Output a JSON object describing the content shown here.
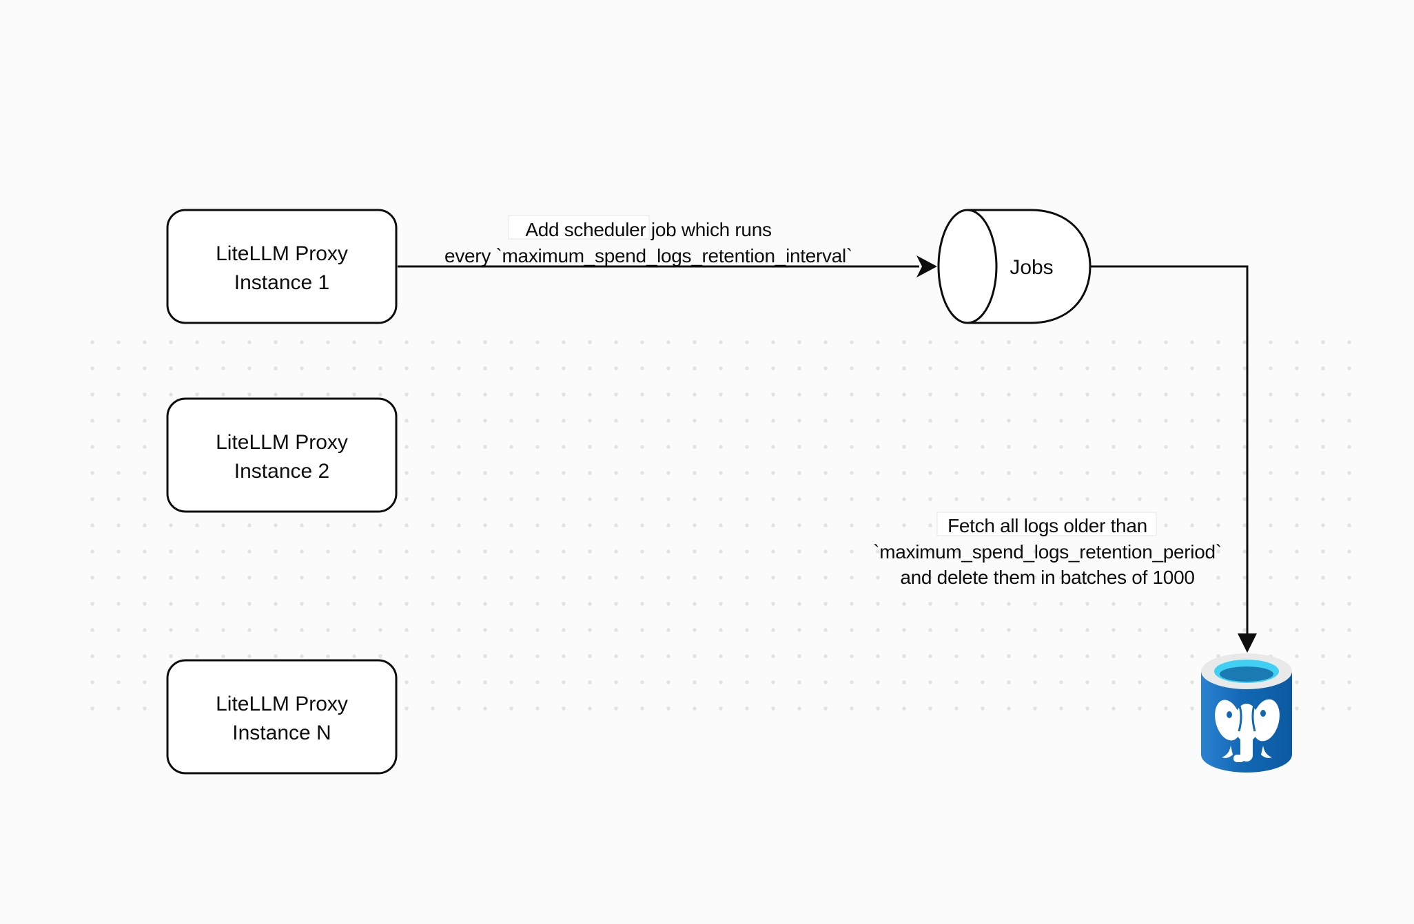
{
  "diagram": {
    "background_color": "#fbfbfb",
    "dot_color": "#e2e2e2",
    "stroke_color": "#0d0d0d",
    "nodes": {
      "instance1": {
        "line1": "LiteLLM Proxy",
        "line2": "Instance 1"
      },
      "instance2": {
        "line1": "LiteLLM Proxy",
        "line2": "Instance 2"
      },
      "instanceN": {
        "line1": "LiteLLM Proxy",
        "line2": "Instance N"
      },
      "jobs": {
        "label": "Jobs"
      },
      "postgres": {
        "icon": "postgresql-database-icon",
        "colors": {
          "body_blue": "#1268b5",
          "body_blue_light": "#2b82d0",
          "body_blue_dark": "#0b5aa0",
          "rim": "#e9e9e9",
          "opening_light": "#3fd0f4",
          "opening_dark": "#1b7ab2",
          "elephant": "#ffffff"
        }
      }
    },
    "edges": {
      "schedule": {
        "label_line1": "Add scheduler job which runs",
        "label_line2": "every `maximum_spend_logs_retention_interval`"
      },
      "fetch": {
        "label_line1": "Fetch all logs older than",
        "label_line2": "`maximum_spend_logs_retention_period`",
        "label_line3": "and delete them in batches of 1000"
      }
    }
  }
}
